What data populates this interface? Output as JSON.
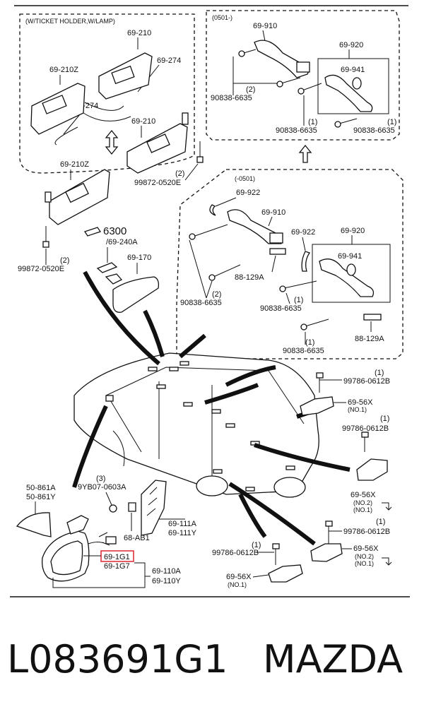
{
  "diagram": {
    "header_ticket_holder": "(W/TICKET HOLDER,W/LAMP)",
    "header_0501_minus": "(0501-)",
    "header_minus_0501": "(-0501)",
    "labels": {
      "p69_210_a": "69-210",
      "p69_274_a": "69-274",
      "p69_210z_a": "69-210Z",
      "p69_274_b": "69-274",
      "p69_210_b": "69-210",
      "p69_210z_b": "69-210Z",
      "p99872_a": "(2)",
      "p99872_a2": "99872-0520E",
      "p99872_b": "(2)",
      "p99872_b2": "99872-0520E",
      "p6300": "6300",
      "p69_240a": "/69-240A",
      "p69_170": "69-170",
      "p69_910_a": "69-910",
      "p69_920_a": "69-920",
      "p69_941_a": "69-941",
      "p90838_a_qty": "(2)",
      "p90838_a": "90838-6635",
      "p90838_b_qty": "(1)",
      "p90838_b": "90838-6635",
      "p90838_c_qty": "(1)",
      "p90838_c": "90838-6635",
      "p69_922_a": "69-922",
      "p69_910_b": "69-910",
      "p69_922_b": "69-922",
      "p69_920_b": "69-920",
      "p69_941_b": "69-941",
      "p88_129a_a": "88-129A",
      "p90838_d_qty": "(2)",
      "p90838_d": "90838-6635",
      "p90838_e_qty": "(1)",
      "p90838_e": "90838-6635",
      "p90838_f_qty": "(1)",
      "p90838_f": "90838-6635",
      "p88_129a_b": "88-129A",
      "p99786_a_qty": "(1)",
      "p99786_a": "99786-0612B",
      "p69_56x_a": "69-56X",
      "p69_56x_a_no": "(NO.1)",
      "p99786_b_qty": "(1)",
      "p99786_b": "99786-0612B",
      "p69_56x_b": "69-56X",
      "p69_56x_b_no2": "(NO.2)",
      "p69_56x_b_no1": "(NO.1)",
      "p99786_c_qty": "(1)",
      "p99786_c": "99786-0612B",
      "p99786_d_qty": "(1)",
      "p99786_d": "99786-0612B",
      "p69_56x_c": "69-56X",
      "p69_56x_c_no2": "(NO.2)",
      "p69_56x_c_no1": "(NO.1)",
      "p69_56x_d": "69-56X",
      "p69_56x_d_no": "(NO.1)",
      "p50_861a": "50-861A",
      "p50_861y": "50-861Y",
      "p9yb07_qty": "(3)",
      "p9yb07": "9YB07-0603A",
      "p68_ab1": "68-AB1",
      "p69_111a": "69-111A",
      "p69_111y": "69-111Y",
      "p69_1g1": "69-1G1",
      "p69_1g7": "69-1G7",
      "p69_110a": "69-110A",
      "p69_110y": "69-110Y"
    }
  },
  "caption": {
    "part_number": "L083691G1",
    "brand": "MAZDA"
  },
  "colors": {
    "highlight": "#e0323c",
    "ink": "#111111"
  }
}
